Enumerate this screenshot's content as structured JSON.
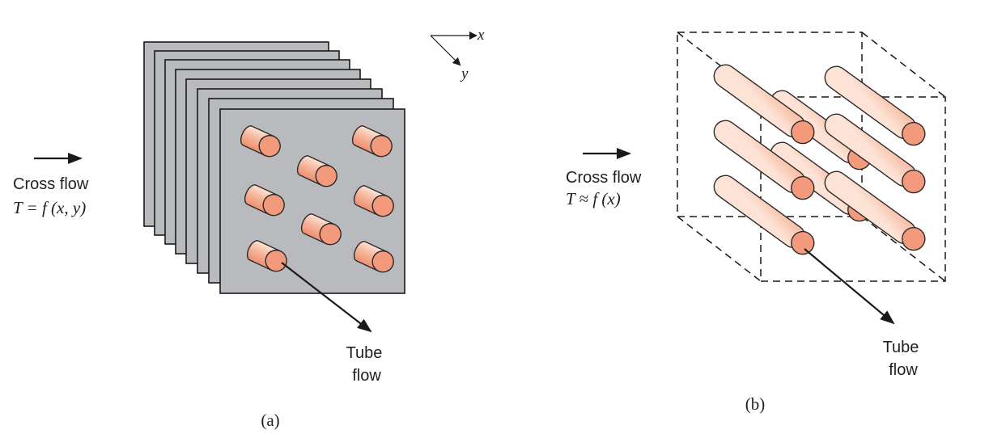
{
  "panel_a": {
    "cross_flow_label": "Cross flow",
    "temperature_relation": "T = f (x, y)",
    "tube_flow_label_line1": "Tube",
    "tube_flow_label_line2": "flow",
    "caption": "(a)",
    "axis_x_label": "x",
    "axis_y_label": "y"
  },
  "panel_b": {
    "cross_flow_label": "Cross flow",
    "temperature_relation": "T ≈ f (x)",
    "tube_flow_label_line1": "Tube",
    "tube_flow_label_line2": "flow",
    "caption": "(b)"
  },
  "colors": {
    "tube_face": "#f29a7b",
    "tube_body_light": "#fbd6c4",
    "plate_fill": "#b9babd"
  }
}
